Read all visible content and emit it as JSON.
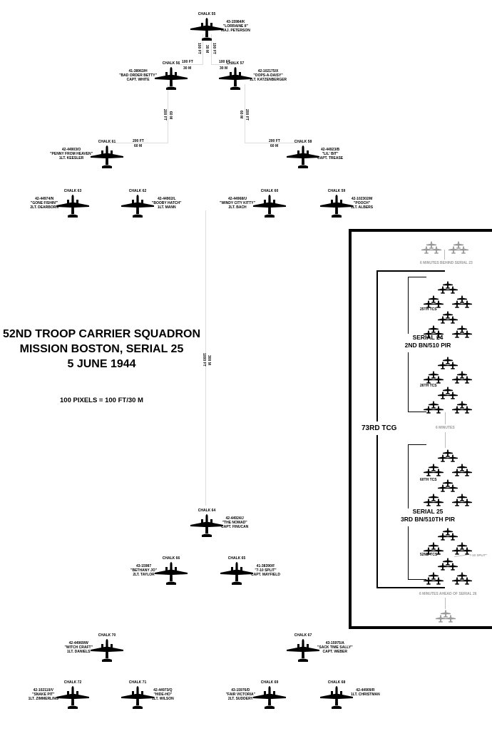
{
  "planes": [
    {
      "chalk": "CHALK 55",
      "serial": "43-15984/K",
      "name": "\"LORRAINE II\"",
      "pilot": "MAJ. PETERSON"
    },
    {
      "chalk": "CHALK 56",
      "serial": "41-38963/H",
      "name": "\"BAD ORDER BETTY\"",
      "pilot": "CAPT. WHITE"
    },
    {
      "chalk": "CHALK 57",
      "serial": "42-102175/X",
      "name": "\"OOPS-A-DAISY\"",
      "pilot": "1LT. KATZENBERGER"
    },
    {
      "chalk": "CHALK 61",
      "serial": "42-44903/O",
      "name": "\"PENNY FROM HEAVEN\"",
      "pilot": "1LT. KEESLER"
    },
    {
      "chalk": "CHALK 58",
      "serial": "42-44923/B",
      "name": "\"LIL' BIT\"",
      "pilot": "CAPT. TREASE"
    },
    {
      "chalk": "CHALK 63",
      "serial": "42-44974/N",
      "name": "\"GONE FISHIN'\"",
      "pilot": "2LT. DEARBORN"
    },
    {
      "chalk": "CHALK 62",
      "serial": "42-44902/L",
      "name": "\"BOOBY HATCH\"",
      "pilot": "1LT. MANN"
    },
    {
      "chalk": "CHALK 60",
      "serial": "42-44968/U",
      "name": "\"WINDY CITY KITTY\"",
      "pilot": "2LT. BACH"
    },
    {
      "chalk": "CHALK 59",
      "serial": "42-102302/M",
      "name": "\"POOCH\"",
      "pilot": "1LT. ALBERS"
    },
    {
      "chalk": "CHALK 64",
      "serial": "42-44924/J",
      "name": "\"THE NOMAD\"",
      "pilot": "CAPT. FINUCAN"
    },
    {
      "chalk": "CHALK 66",
      "serial": "43-15987",
      "name": "\"BETHANY JO\"",
      "pilot": "2LT. TAYLOR"
    },
    {
      "chalk": "CHALK 65",
      "serial": "41-38390/F",
      "name": "\"7-10 SPLIT\"",
      "pilot": "CAPT. MAYFIELD"
    },
    {
      "chalk": "CHALK 70",
      "serial": "42-44969/W",
      "name": "\"WITCH CRAFT\"",
      "pilot": "1LT. DANIELS"
    },
    {
      "chalk": "CHALK 67",
      "serial": "43-15975/A",
      "name": "\"SACK TIME SALLY\"",
      "pilot": "CAPT. WEBER"
    },
    {
      "chalk": "CHALK 72",
      "serial": "42-102110/V",
      "name": "\"SNAKE PIT\"",
      "pilot": "1LT. ZIMMERLING"
    },
    {
      "chalk": "CHALK 71",
      "serial": "42-44973/Q",
      "name": "\"HIDE-HO\"",
      "pilot": "1LT. WILSON"
    },
    {
      "chalk": "CHALK 69",
      "serial": "43-15976/D",
      "name": "\"FAIR VICTORIA\"",
      "pilot": "2LT. SUDDERY"
    },
    {
      "chalk": "CHALK 68",
      "serial": "42-44909/R",
      "name": "",
      "pilot": "1LT. CHRISTMAN"
    }
  ],
  "distances": {
    "d100ft": "100 FT",
    "d30m": "30 M",
    "d200ft": "200 FT",
    "d60m": "60 M",
    "d1000ft": "1000 FT",
    "d300m": "300 M"
  },
  "title": {
    "line1": "52ND TROOP CARRIER SQUADRON",
    "line2": "MISSION BOSTON, SERIAL 25",
    "line3": "5 JUNE 1944"
  },
  "scale": "100 PIXELS = 100 FT/30 M",
  "inset": {
    "group": "73RD TCG",
    "behind": "6 MINUTES BEHIND SERIAL 23",
    "gap": "6 MINUTES",
    "ahead": "6 MINUTES AHEAD OF SERIAL 26",
    "serial24": {
      "line1": "SERIAL 24",
      "line2": "2ND BN/510 PIR"
    },
    "serial25": {
      "line1": "SERIAL 25",
      "line2": "3RD BN/510TH PIR"
    },
    "squadrons": [
      "25TH TCS",
      "26TH TCS",
      "60TH TCS",
      "52ND TCS"
    ],
    "callout": "\"7-10 SPLIT\""
  },
  "colors": {
    "plane": "#000000",
    "line": "#dddddd",
    "ghost": "#999999"
  }
}
